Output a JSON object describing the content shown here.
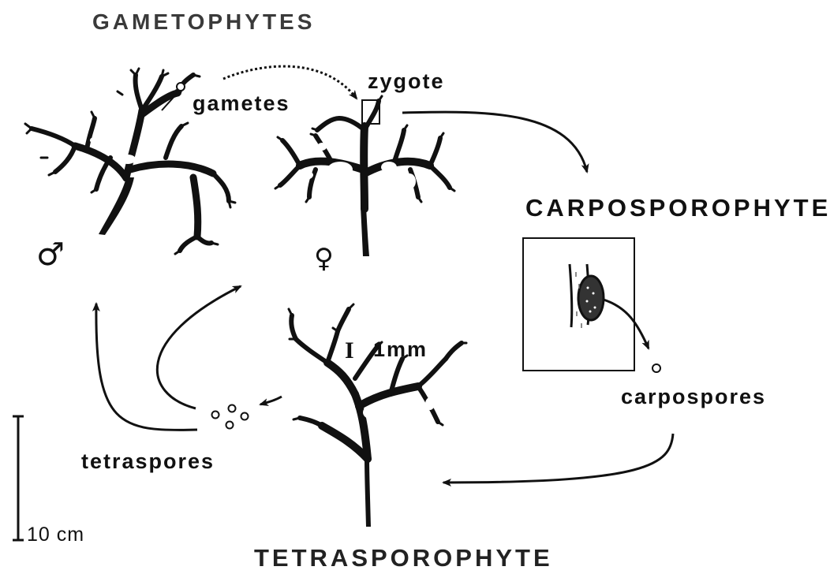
{
  "headings": {
    "gametophytes": "GAMETOPHYTES",
    "carposporophyte": "CARPOSPOROPHYTE",
    "tetrasporophyte": "TETRASPOROPHYTE"
  },
  "labels": {
    "gametes": "gametes",
    "zygote": "zygote",
    "carpospores": "carpospores",
    "tetraspores": "tetraspores"
  },
  "symbols": {
    "male": "♂",
    "female": "♀"
  },
  "scale": {
    "main": "10 cm",
    "inset": "1mm"
  },
  "colors": {
    "ink": "#111111",
    "background": "#ffffff"
  }
}
